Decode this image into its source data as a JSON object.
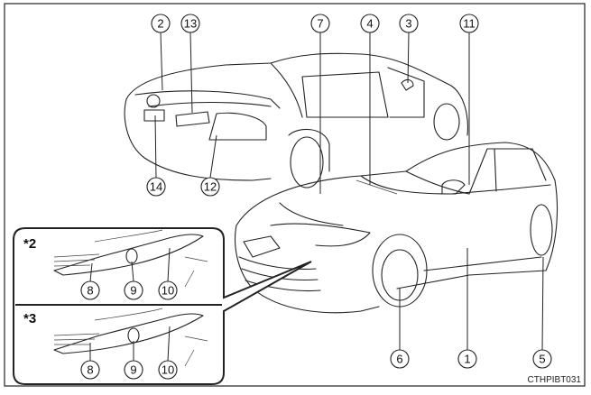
{
  "figure_code": "CTHPIBT031",
  "callouts": {
    "c1": "1",
    "c2": "2",
    "c3": "3",
    "c4": "4",
    "c5": "5",
    "c6": "6",
    "c7": "7",
    "c8": "8",
    "c9": "9",
    "c10": "10",
    "c11": "11",
    "c12": "12",
    "c13": "13",
    "c14": "14"
  },
  "inset": {
    "variant_a": "*2",
    "variant_b": "*3"
  }
}
